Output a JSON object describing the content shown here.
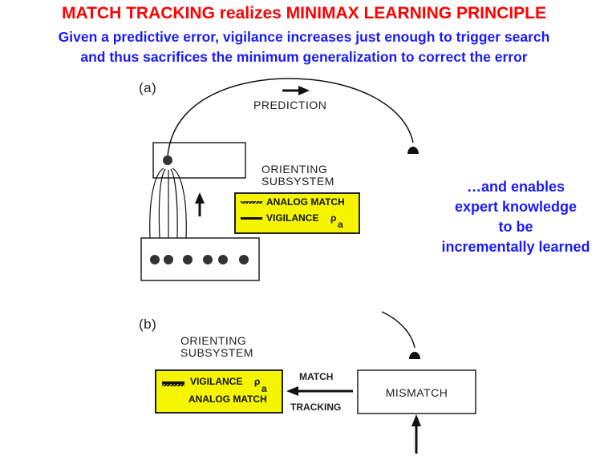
{
  "title": "MATCH TRACKING realizes MINIMAX LEARNING PRINCIPLE",
  "subtitle": [
    "Given a predictive error, vigilance increases just enough to trigger search",
    "and thus sacrifices the minimum generalization to correct the error"
  ],
  "side_text": [
    "…and enables",
    "expert knowledge",
    "to be",
    "incrementally learned"
  ],
  "panel_a": {
    "label": "(a)",
    "prediction": "PREDICTION",
    "orienting": [
      "ORIENTING",
      "SUBSYSTEM"
    ],
    "analog_match": "ANALOG MATCH",
    "vigilance": "VIGILANCE",
    "rho": "ρ",
    "sub": "a"
  },
  "panel_b": {
    "label": "(b)",
    "orienting": [
      "ORIENTING",
      "SUBSYSTEM"
    ],
    "vigilance": "VIGILANCE",
    "rho": "ρ",
    "sub": "a",
    "analog_match": "ANALOG MATCH",
    "match": "MATCH",
    "tracking": "TRACKING",
    "mismatch": "MISMATCH"
  },
  "colors": {
    "title": "#ff0000",
    "blue": "#1a1aff",
    "yellow": "#f5f500"
  }
}
